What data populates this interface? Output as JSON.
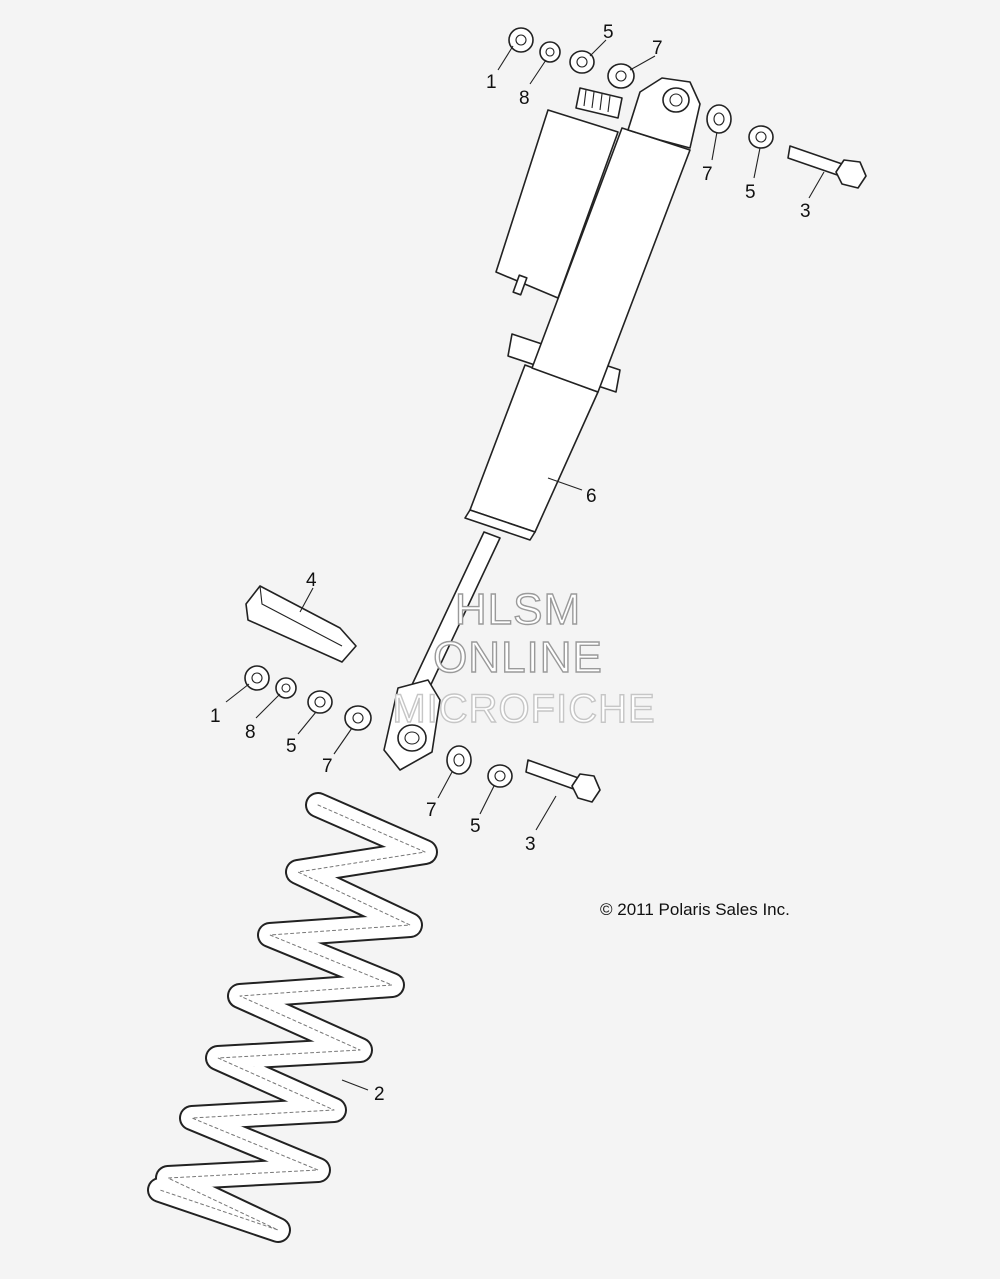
{
  "callouts": [
    {
      "id": "c1-top",
      "label": "1"
    },
    {
      "id": "c8-top",
      "label": "8"
    },
    {
      "id": "c5-top",
      "label": "5"
    },
    {
      "id": "c7-top",
      "label": "7"
    },
    {
      "id": "c7-right",
      "label": "7"
    },
    {
      "id": "c5-right",
      "label": "5"
    },
    {
      "id": "c3-right",
      "label": "3"
    },
    {
      "id": "c6",
      "label": "6"
    },
    {
      "id": "c4",
      "label": "4"
    },
    {
      "id": "c1-left",
      "label": "1"
    },
    {
      "id": "c8-left",
      "label": "8"
    },
    {
      "id": "c5-left",
      "label": "5"
    },
    {
      "id": "c7-left",
      "label": "7"
    },
    {
      "id": "c7-bottom",
      "label": "7"
    },
    {
      "id": "c5-bottom",
      "label": "5"
    },
    {
      "id": "c3-bottom",
      "label": "3"
    },
    {
      "id": "c2",
      "label": "2"
    }
  ],
  "watermark": {
    "line1": "HLSM",
    "line2": "ONLINE",
    "line3": "MICROFICHE"
  },
  "copyright": "© 2011 Polaris Sales Inc."
}
